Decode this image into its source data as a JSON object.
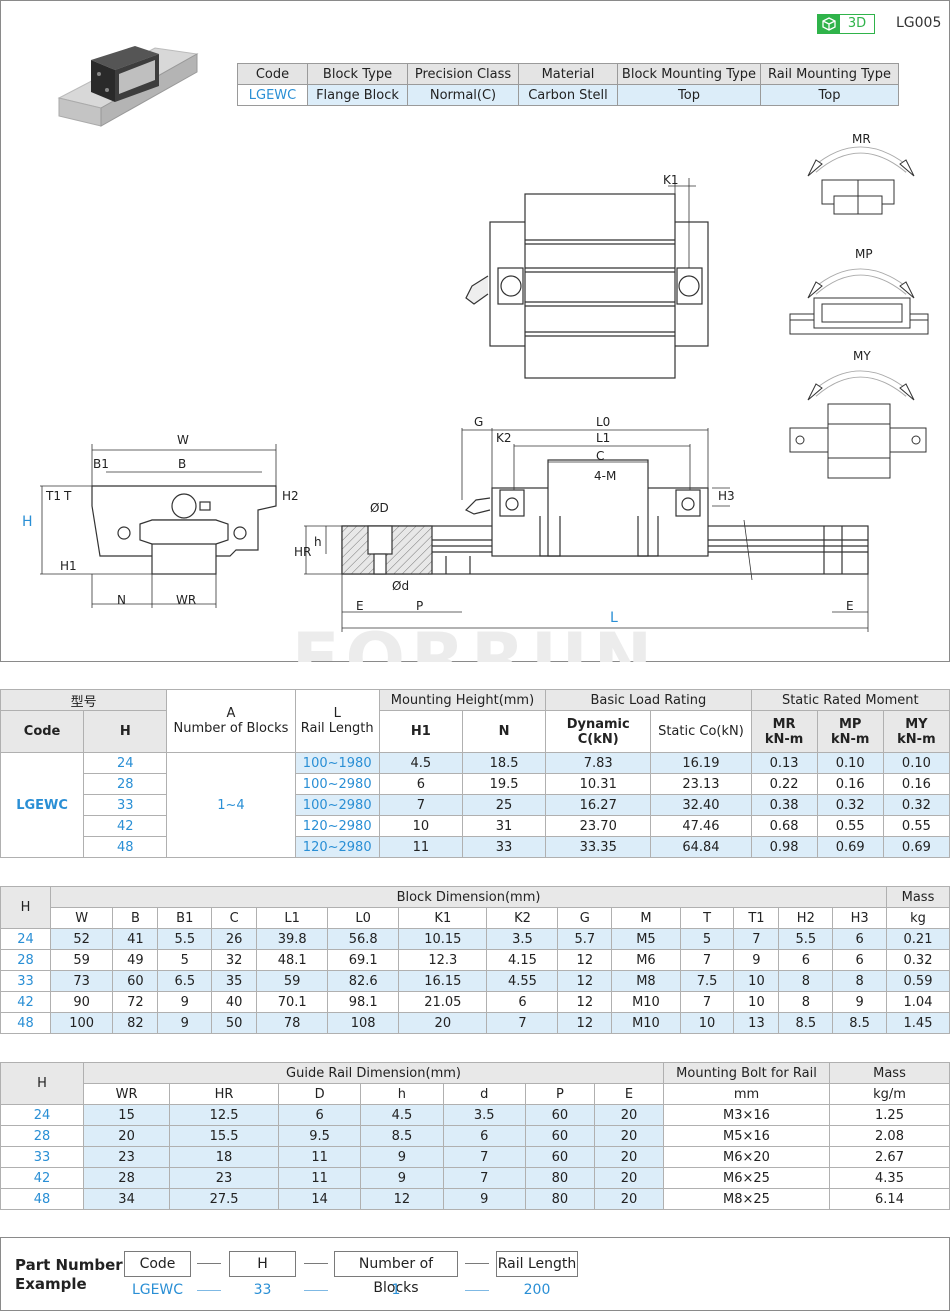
{
  "header": {
    "badge_label": "3D",
    "doc_code": "LG005"
  },
  "info_table": {
    "headers": [
      "Code",
      "Block Type",
      "Precision Class",
      "Material",
      "Block Mounting Type",
      "Rail Mounting Type"
    ],
    "values": [
      "LGEWC",
      "Flange Block",
      "Normal(C)",
      "Carbon Stell",
      "Top",
      "Top"
    ]
  },
  "drawing_labels": {
    "mr": "MR",
    "mp": "MP",
    "my": "MY",
    "k1": "K1",
    "k2": "K2",
    "g": "G",
    "l0": "L0",
    "l1": "L1",
    "c": "C",
    "four_m": "4-M",
    "h3": "H3",
    "w": "W",
    "b1": "B1",
    "b": "B",
    "t1": "T1",
    "t": "T",
    "h2": "H2",
    "h": "H",
    "h1": "H1",
    "n": "N",
    "wr": "WR",
    "hr": "HR",
    "h_small": "h",
    "od_big": "ØD",
    "od_small": "Ød",
    "e": "E",
    "p": "P",
    "l": "L",
    "e2": "E",
    "watermark": "FORRUN"
  },
  "table1": {
    "model_label": "型号",
    "code_label": "Code",
    "h_label": "H",
    "a_label_1": "A",
    "a_label_2": "Number of Blocks",
    "l_label_1": "L",
    "l_label_2": "Rail Length",
    "mounting_height": "Mounting Height(mm)",
    "basic_load": "Basic Load Rating",
    "static_moment": "Static Rated Moment",
    "h1_label": "H1",
    "n_label": "N",
    "dyn_label": "Dynamic C(kN)",
    "sta_label": "Static Co(kN)",
    "mr_label": "MR",
    "mp_label": "MP",
    "my_label": "MY",
    "unit_knm": "kN-m",
    "code_value": "LGEWC",
    "blocks_value": "1~4",
    "rows": [
      {
        "h": "24",
        "l": "100~1980",
        "h1": "4.5",
        "n": "18.5",
        "c": "7.83",
        "co": "16.19",
        "mr": "0.13",
        "mp": "0.10",
        "my": "0.10"
      },
      {
        "h": "28",
        "l": "100~2980",
        "h1": "6",
        "n": "19.5",
        "c": "10.31",
        "co": "23.13",
        "mr": "0.22",
        "mp": "0.16",
        "my": "0.16"
      },
      {
        "h": "33",
        "l": "100~2980",
        "h1": "7",
        "n": "25",
        "c": "16.27",
        "co": "32.40",
        "mr": "0.38",
        "mp": "0.32",
        "my": "0.32"
      },
      {
        "h": "42",
        "l": "120~2980",
        "h1": "10",
        "n": "31",
        "c": "23.70",
        "co": "47.46",
        "mr": "0.68",
        "mp": "0.55",
        "my": "0.55"
      },
      {
        "h": "48",
        "l": "120~2980",
        "h1": "11",
        "n": "33",
        "c": "33.35",
        "co": "64.84",
        "mr": "0.98",
        "mp": "0.69",
        "my": "0.69"
      }
    ]
  },
  "table2": {
    "h_label": "H",
    "group": "Block Dimension(mm)",
    "mass": "Mass",
    "cols": [
      "W",
      "B",
      "B1",
      "C",
      "L1",
      "L0",
      "K1",
      "K2",
      "G",
      "M",
      "T",
      "T1",
      "H2",
      "H3",
      "kg"
    ],
    "rows": [
      [
        "24",
        "52",
        "41",
        "5.5",
        "26",
        "39.8",
        "56.8",
        "10.15",
        "3.5",
        "5.7",
        "M5",
        "5",
        "7",
        "5.5",
        "6",
        "0.21"
      ],
      [
        "28",
        "59",
        "49",
        "5",
        "32",
        "48.1",
        "69.1",
        "12.3",
        "4.15",
        "12",
        "M6",
        "7",
        "9",
        "6",
        "6",
        "0.32"
      ],
      [
        "33",
        "73",
        "60",
        "6.5",
        "35",
        "59",
        "82.6",
        "16.15",
        "4.55",
        "12",
        "M8",
        "7.5",
        "10",
        "8",
        "8",
        "0.59"
      ],
      [
        "42",
        "90",
        "72",
        "9",
        "40",
        "70.1",
        "98.1",
        "21.05",
        "6",
        "12",
        "M10",
        "7",
        "10",
        "8",
        "9",
        "1.04"
      ],
      [
        "48",
        "100",
        "82",
        "9",
        "50",
        "78",
        "108",
        "20",
        "7",
        "12",
        "M10",
        "10",
        "13",
        "8.5",
        "8.5",
        "1.45"
      ]
    ]
  },
  "table3": {
    "h_label": "H",
    "group": "Guide Rail Dimension(mm)",
    "bolt": "Mounting Bolt for Rail",
    "mass": "Mass",
    "cols": [
      "WR",
      "HR",
      "D",
      "h",
      "d",
      "P",
      "E",
      "mm",
      "kg/m"
    ],
    "rows": [
      [
        "24",
        "15",
        "12.5",
        "6",
        "4.5",
        "3.5",
        "60",
        "20",
        "M3×16",
        "1.25"
      ],
      [
        "28",
        "20",
        "15.5",
        "9.5",
        "8.5",
        "6",
        "60",
        "20",
        "M5×16",
        "2.08"
      ],
      [
        "33",
        "23",
        "18",
        "11",
        "9",
        "7",
        "60",
        "20",
        "M6×20",
        "2.67"
      ],
      [
        "42",
        "28",
        "23",
        "11",
        "9",
        "7",
        "80",
        "20",
        "M6×25",
        "4.35"
      ],
      [
        "48",
        "34",
        "27.5",
        "14",
        "12",
        "9",
        "80",
        "20",
        "M8×25",
        "6.14"
      ]
    ]
  },
  "part_number": {
    "title_1": "Part Number",
    "title_2": "Example",
    "labels": [
      "Code",
      "H",
      "Number of Blocks",
      "Rail Length"
    ],
    "values": [
      "LGEWC",
      "33",
      "1",
      "200"
    ]
  }
}
